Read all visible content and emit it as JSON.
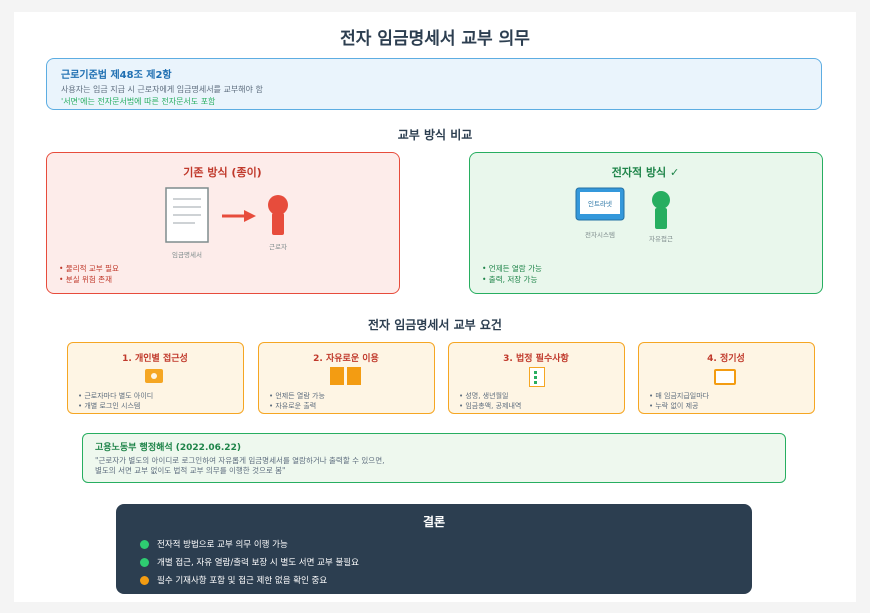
{
  "title": "전자 임금명세서 교부 의무",
  "law": {
    "title": "근로기준법 제48조 제2항",
    "line1": "사용자는 임금 지급 시 근로자에게 임금명세서를 교부해야 함",
    "line2": "'서면'에는 전자문서법에 따른 전자문서도 포함"
  },
  "comparison": {
    "section_title": "교부 방식 비교",
    "old": {
      "title": "기존 방식 (종이)",
      "doc_label": "임금명세서",
      "person_label": "근로자",
      "bullets": [
        "• 물리적 교부 필요",
        "• 분실 위험 존재"
      ]
    },
    "new": {
      "title": "전자적 방식 ✓",
      "screen_text": "인트라넷",
      "system_label": "전자시스템",
      "person_label": "자유접근",
      "bullets": [
        "• 언제든 열람 가능",
        "• 출력, 저장 가능"
      ]
    }
  },
  "requirements": {
    "section_title": "전자 임금명세서 교부 요건",
    "items": [
      {
        "title": "1. 개인별 접근성",
        "bullets": [
          "• 근로자마다 별도 아이디",
          "• 개별 로그인 시스템"
        ]
      },
      {
        "title": "2. 자유로운 이용",
        "bullets": [
          "• 언제든 열람 가능",
          "• 자유로운 출력"
        ]
      },
      {
        "title": "3. 법정 필수사항",
        "bullets": [
          "• 성명, 생년월일",
          "• 임금총액, 공제내역"
        ]
      },
      {
        "title": "4. 정기성",
        "bullets": [
          "• 매 임금지급일마다",
          "• 누락 없이 제공"
        ]
      }
    ]
  },
  "interpretation": {
    "title": "고용노동부 행정해석 (2022.06.22)",
    "line1": "\"근로자가 별도의 아이디로 로그인하여 자유롭게 임금명세서를 열람하거나 출력할 수 있으면,",
    "line2": "별도의 서면 교부 없이도 법적 교부 의무를 이행한 것으로 봄\""
  },
  "conclusion": {
    "title": "결론",
    "items": [
      {
        "text": "전자적 방법으로 교부 의무 이행 가능",
        "color": "#2ecc71"
      },
      {
        "text": "개별 접근, 자유 열람/출력 보장 시 별도 서면 교부 불필요",
        "color": "#2ecc71"
      },
      {
        "text": "필수 기재사항 포함 및 접근 제한 없음 확인 중요",
        "color": "#f39c12"
      }
    ]
  },
  "colors": {
    "old_accent": "#e74c3c",
    "new_accent": "#27ae60",
    "requirement_accent": "#f5a623",
    "law_accent": "#5dade2"
  }
}
